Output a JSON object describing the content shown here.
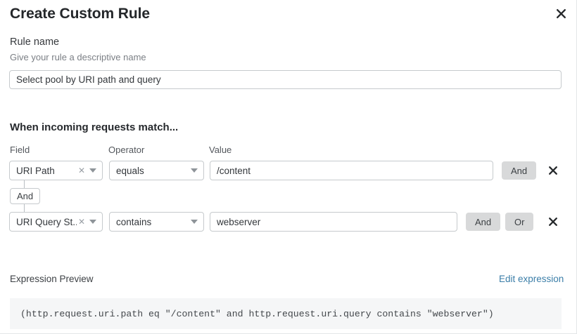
{
  "dialog": {
    "title": "Create Custom Rule",
    "close_icon": "close-icon"
  },
  "rule_name": {
    "label": "Rule name",
    "description": "Give your rule a descriptive name",
    "value": "Select pool by URI path and query",
    "placeholder": "Select pool by URI path and query"
  },
  "conditions": {
    "heading": "When incoming requests match...",
    "columns": {
      "field": "Field",
      "operator": "Operator",
      "value": "Value"
    },
    "connector": {
      "label": "And"
    },
    "rows": [
      {
        "field": "URI Path",
        "operator": "equals",
        "value": "/content",
        "logic_buttons": [
          "And"
        ],
        "remove_icon": "close-icon"
      },
      {
        "field": "URI Query St...",
        "operator": "contains",
        "value": "webserver",
        "logic_buttons": [
          "And",
          "Or"
        ],
        "remove_icon": "close-icon"
      }
    ]
  },
  "expression": {
    "label": "Expression Preview",
    "edit_link": "Edit expression",
    "code": "(http.request.uri.path eq \"/content\" and http.request.uri.query contains \"webserver\")"
  },
  "colors": {
    "link": "#3b7ea8",
    "button_grey": "#d8d9da",
    "border": "#c6cacd",
    "code_bg": "#f5f6f7"
  }
}
